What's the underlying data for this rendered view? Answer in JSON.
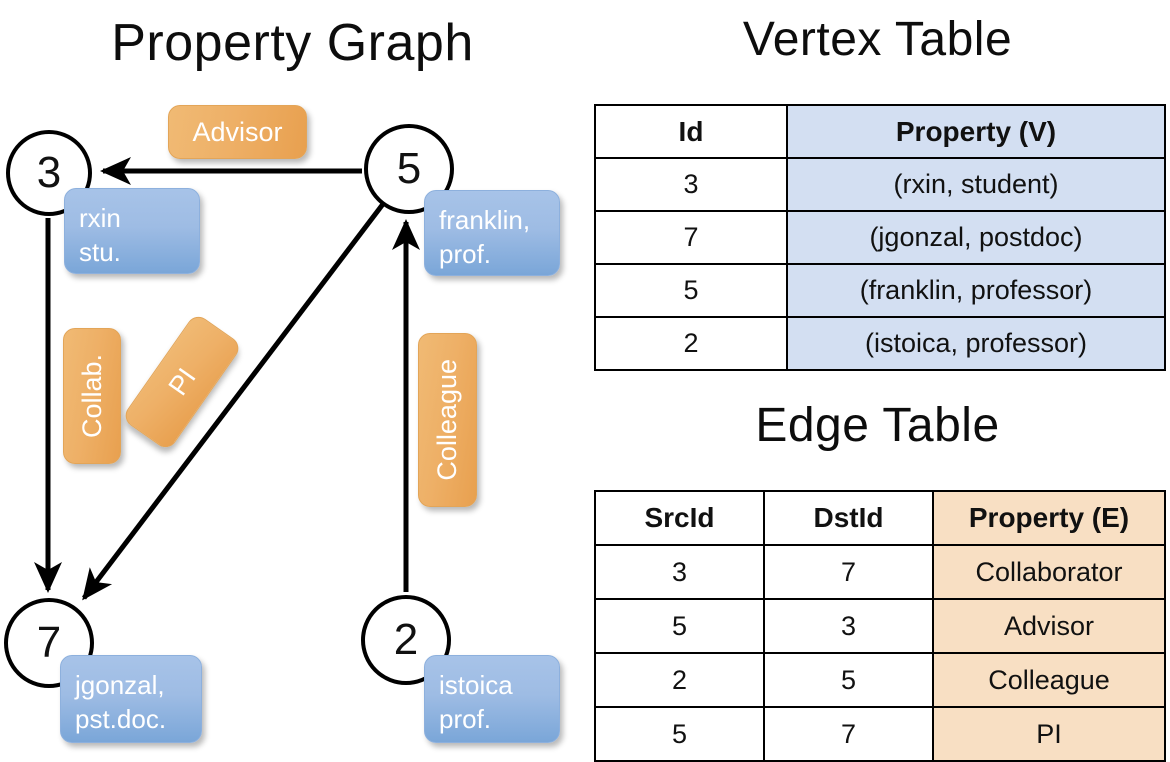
{
  "titles": {
    "property_graph": "Property Graph",
    "vertex_table": "Vertex Table",
    "edge_table": "Edge Table"
  },
  "graph": {
    "nodes": [
      {
        "id": "3",
        "label": "3",
        "property_line1": "rxin",
        "property_line2": "stu."
      },
      {
        "id": "5",
        "label": "5",
        "property_line1": "franklin,",
        "property_line2": "prof."
      },
      {
        "id": "7",
        "label": "7",
        "property_line1": "jgonzal,",
        "property_line2": "pst.doc."
      },
      {
        "id": "2",
        "label": "2",
        "property_line1": "istoica",
        "property_line2": "prof."
      }
    ],
    "edge_labels": [
      {
        "name": "advisor",
        "text": "Advisor",
        "orientation": "horizontal"
      },
      {
        "name": "collab",
        "text": "Collab.",
        "orientation": "vertical"
      },
      {
        "name": "pi",
        "text": "PI",
        "orientation": "vertical-rotated"
      },
      {
        "name": "colleague",
        "text": "Colleague",
        "orientation": "vertical"
      }
    ],
    "edges": [
      {
        "from": "5",
        "to": "3",
        "label": "Advisor"
      },
      {
        "from": "3",
        "to": "7",
        "label": "Collab."
      },
      {
        "from": "5",
        "to": "7",
        "label": "PI"
      },
      {
        "from": "2",
        "to": "5",
        "label": "Colleague"
      }
    ]
  },
  "vertex_table": {
    "headers": [
      "Id",
      "Property (V)"
    ],
    "rows": [
      {
        "id": "3",
        "property": "(rxin, student)"
      },
      {
        "id": "7",
        "property": "(jgonzal, postdoc)"
      },
      {
        "id": "5",
        "property": "(franklin, professor)"
      },
      {
        "id": "2",
        "property": "(istoica, professor)"
      }
    ]
  },
  "edge_table": {
    "headers": [
      "SrcId",
      "DstId",
      "Property (E)"
    ],
    "rows": [
      {
        "src": "3",
        "dst": "7",
        "property": "Collaborator"
      },
      {
        "src": "5",
        "dst": "3",
        "property": "Advisor"
      },
      {
        "src": "2",
        "dst": "5",
        "property": "Colleague"
      },
      {
        "src": "5",
        "dst": "7",
        "property": "PI"
      }
    ]
  },
  "colors": {
    "vertex_property_fill": "#d3dff2",
    "edge_property_fill": "#f8dfc3",
    "node_box_blue": "#8fb4e0",
    "edge_label_orange": "#eeb067",
    "background": "#ffffff",
    "stroke": "#000000"
  }
}
